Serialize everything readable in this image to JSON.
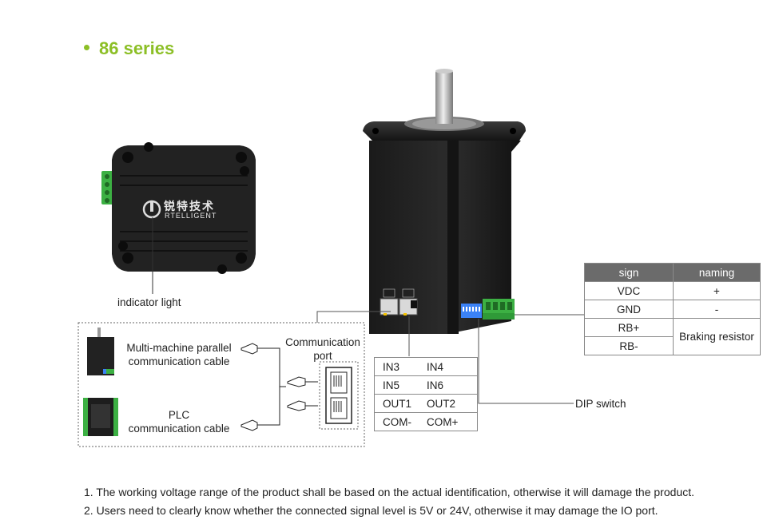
{
  "title": "86  series",
  "logo": {
    "brand_cn": "锐特技术",
    "brand_en": "RTELLIGENT"
  },
  "labels": {
    "indicator_light": "indicator light",
    "dip_switch": "DIP switch",
    "comm_port_line1": "Communication",
    "comm_port_line2": "port",
    "multi_line1": "Multi-machine parallel",
    "multi_line2": "communication cable",
    "plc_line1": "PLC",
    "plc_line2": "communication cable"
  },
  "sign_table": {
    "headers": [
      "sign",
      "naming"
    ],
    "rows": [
      [
        "VDC",
        "+"
      ],
      [
        "GND",
        "-"
      ],
      [
        "RB+",
        "Braking resistor"
      ],
      [
        "RB-",
        ""
      ]
    ]
  },
  "io_table": {
    "rows": [
      [
        "IN3",
        "IN4"
      ],
      [
        "IN5",
        "IN6"
      ],
      [
        "OUT1",
        "OUT2"
      ],
      [
        "COM-",
        "COM+"
      ]
    ]
  },
  "notes": [
    "1. The working voltage range of the product shall be based on the actual identification, otherwise it will damage the product.",
    "2. Users need to clearly know whether the connected signal level is 5V or 24V, otherwise it may damage the IO port."
  ],
  "colors": {
    "accent": "#8cbf26",
    "table_header": "#6b6b6b",
    "connector_green": "#3cb043"
  }
}
